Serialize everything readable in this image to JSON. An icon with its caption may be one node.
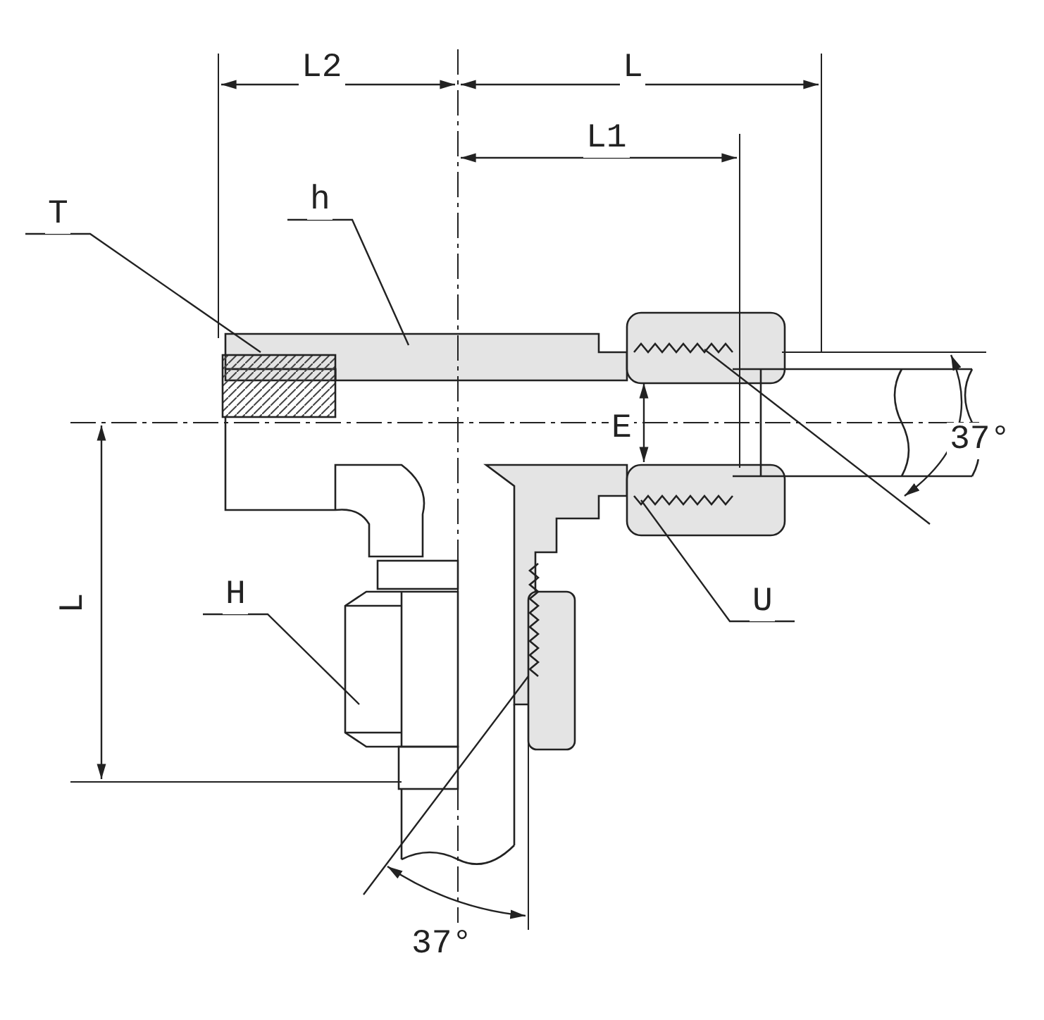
{
  "diagram": {
    "nodes": [
      {
        "text": [
          "T"
        ]
      },
      {
        "text": [
          "h"
        ]
      },
      {
        "text": [
          "H"
        ]
      },
      {
        "text": [
          "U"
        ]
      }
    ],
    "edges": [
      {
        "from": 0,
        "to": null,
        "arrow": "none"
      },
      {
        "from": 1,
        "to": null,
        "arrow": "none"
      },
      {
        "from": 2,
        "to": null,
        "arrow": "none"
      },
      {
        "from": 3,
        "to": null,
        "arrow": "none"
      }
    ],
    "labels": [
      "L2",
      "L",
      "L1",
      "E",
      "37°",
      "L",
      "37°"
    ]
  }
}
